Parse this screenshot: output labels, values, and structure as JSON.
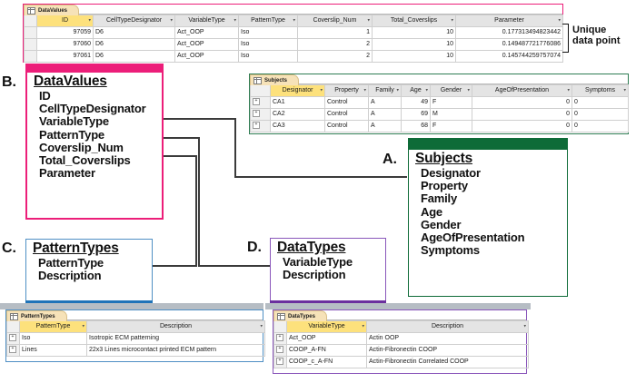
{
  "figure": {
    "annotation": {
      "unique_data_point": "Unique\ndata point",
      "unique_line1": "Unique",
      "unique_line2": "data point"
    },
    "panel_letters": {
      "a": "A.",
      "b": "B.",
      "c": "C.",
      "d": "D."
    }
  },
  "colors": {
    "datavalues_pink": "#ec1e79",
    "subjects_green": "#0e6b38",
    "patterntypes_blue": "#1f73b8",
    "datatypes_purple": "#6b2f9e",
    "key_yellow": "#fde17c",
    "header_gray": "#e4e4e4",
    "connector": "#3b3b3b"
  },
  "datasheets": {
    "datavalues": {
      "tab_label": "DataValues",
      "columns": [
        "ID",
        "CellTypeDesignator",
        "VariableType",
        "PatternType",
        "Coverslip_Num",
        "Total_Coverslips",
        "Parameter"
      ],
      "key_column": "ID",
      "rows": [
        [
          "97059",
          "D6",
          "Act_OOP",
          "Iso",
          "1",
          "10",
          "0.177313494823442"
        ],
        [
          "97060",
          "D6",
          "Act_OOP",
          "Iso",
          "2",
          "10",
          "0.149487721776086"
        ],
        [
          "97061",
          "D6",
          "Act_OOP",
          "Iso",
          "2",
          "10",
          "0.145744259757074"
        ]
      ]
    },
    "subjects": {
      "tab_label": "Subjects",
      "columns": [
        "Designator",
        "Property",
        "Family",
        "Age",
        "Gender",
        "AgeOfPresentation",
        "Symptoms"
      ],
      "key_column": "Designator",
      "rows": [
        [
          "CA1",
          "Control",
          "A",
          "49",
          "F",
          "0",
          "0"
        ],
        [
          "CA2",
          "Control",
          "A",
          "69",
          "M",
          "0",
          "0"
        ],
        [
          "CA3",
          "Control",
          "A",
          "68",
          "F",
          "0",
          "0"
        ]
      ]
    },
    "patterntypes": {
      "tab_label": "PatternTypes",
      "columns": [
        "PatternType",
        "Description"
      ],
      "key_column": "PatternType",
      "rows": [
        [
          "Iso",
          "Isotropic ECM patterning"
        ],
        [
          "Lines",
          "22x3 Lines microcontact printed ECM pattern"
        ]
      ]
    },
    "datatypes": {
      "tab_label": "DataTypes",
      "columns": [
        "VariableType",
        "Description"
      ],
      "key_column": "VariableType",
      "rows": [
        [
          "Act_OOP",
          "Actin OOP"
        ],
        [
          "COOP_A-FN",
          "Actin-Fibronectin COOP"
        ],
        [
          "COOP_c_A-FN",
          "Actin-Fibronectin Correlated COOP"
        ]
      ]
    }
  },
  "schemas": {
    "subjects": {
      "title": "Subjects",
      "fields": [
        "Designator",
        "Property",
        "Family",
        "Age",
        "Gender",
        "AgeOfPresentation",
        "Symptoms"
      ]
    },
    "datavalues": {
      "title": "DataValues",
      "fields": [
        "ID",
        "CellTypeDesignator",
        "VariableType",
        "PatternType",
        "Coverslip_Num",
        "Total_Coverslips",
        "Parameter"
      ]
    },
    "patterntypes": {
      "title": "PatternTypes",
      "fields": [
        "PatternType",
        "Description"
      ]
    },
    "datatypes": {
      "title": "DataTypes",
      "fields": [
        "VariableType",
        "Description"
      ]
    }
  }
}
